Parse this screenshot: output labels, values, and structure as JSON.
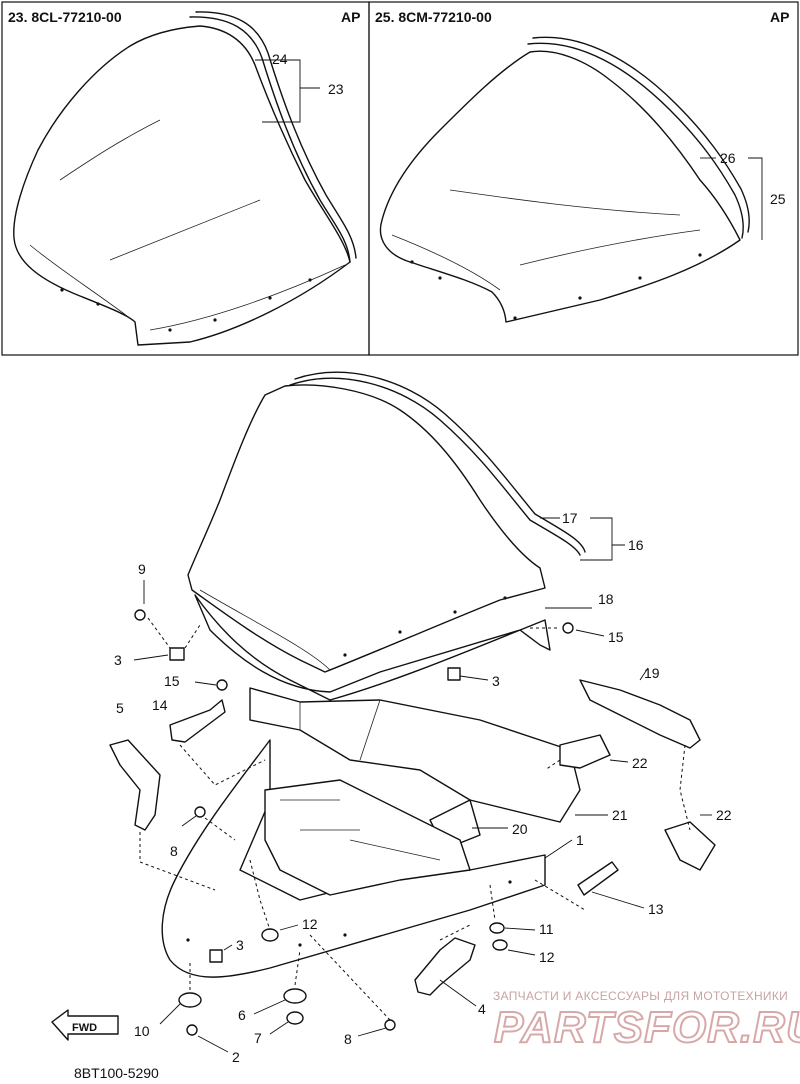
{
  "panels": {
    "left": {
      "title": "23. 8CL-77210-00",
      "tag": "AP",
      "labels": {
        "l24": "24",
        "l23": "23"
      }
    },
    "right": {
      "title": "25. 8CM-77210-00",
      "tag": "AP",
      "labels": {
        "l26": "26",
        "l25": "25"
      }
    }
  },
  "callouts": {
    "c1": "1",
    "c2": "2",
    "c3a": "3",
    "c3b": "3",
    "c3c": "3",
    "c4": "4",
    "c5": "5",
    "c6": "6",
    "c7": "7",
    "c8a": "8",
    "c8b": "8",
    "c9": "9",
    "c10": "10",
    "c11": "11",
    "c12a": "12",
    "c12b": "12",
    "c13": "13",
    "c14": "14",
    "c15a": "15",
    "c15b": "15",
    "c16": "16",
    "c17": "17",
    "c18": "18",
    "c19": "19",
    "c20": "20",
    "c21": "21",
    "c22a": "22",
    "c22b": "22"
  },
  "fwd_label": "FWD",
  "diagram_code": "8BT100-5290",
  "watermark": {
    "line1": "ЗАПЧАСТИ И АКСЕССУАРЫ ДЛЯ МОТОТЕХНИКИ",
    "line2": "PARTSFOR.RU"
  }
}
